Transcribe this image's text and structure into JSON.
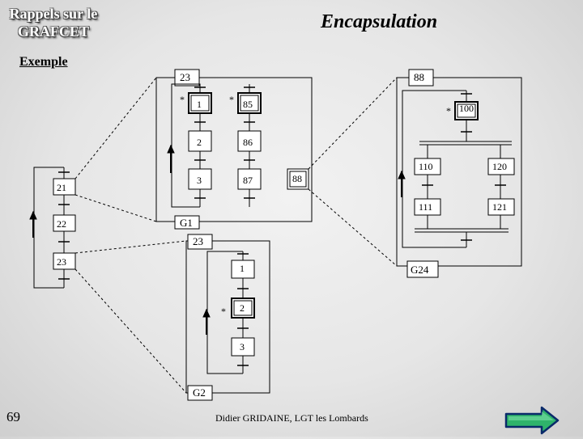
{
  "header": {
    "title_line1": "Rappels sur le",
    "title_line2": "GRAFCET",
    "subtitle": "Encapsulation",
    "section": "Exemple"
  },
  "footer": {
    "page_number": "69",
    "author": "Didier GRIDAINE, LGT les Lombards"
  },
  "diagram": {
    "main_grafcet": {
      "steps": [
        "21",
        "22",
        "23"
      ]
    },
    "g1": {
      "encapsulating_step": "23",
      "name": "G1",
      "step_1": "1",
      "step_2": "2",
      "step_3": "3",
      "step_85": "85",
      "step_86": "86",
      "step_87": "87",
      "step_88": "88",
      "initial_mark_1": "*",
      "initial_mark_85": "*"
    },
    "g24": {
      "encapsulating_step": "88",
      "name": "G24",
      "step_100": "100",
      "step_110": "110",
      "step_120": "120",
      "step_111": "111",
      "step_121": "121",
      "initial_mark": "*"
    },
    "g2": {
      "encapsulating_step": "23",
      "name": "G2",
      "step_1": "1",
      "step_2": "2",
      "step_3": "3",
      "initial_mark": "*"
    }
  },
  "colors": {
    "arrow_fill": "#2fb36b",
    "arrow_outline": "#0a2a6a",
    "background": "#e6e6e6"
  },
  "icons": {
    "next_slide": "right-arrow-icon"
  }
}
